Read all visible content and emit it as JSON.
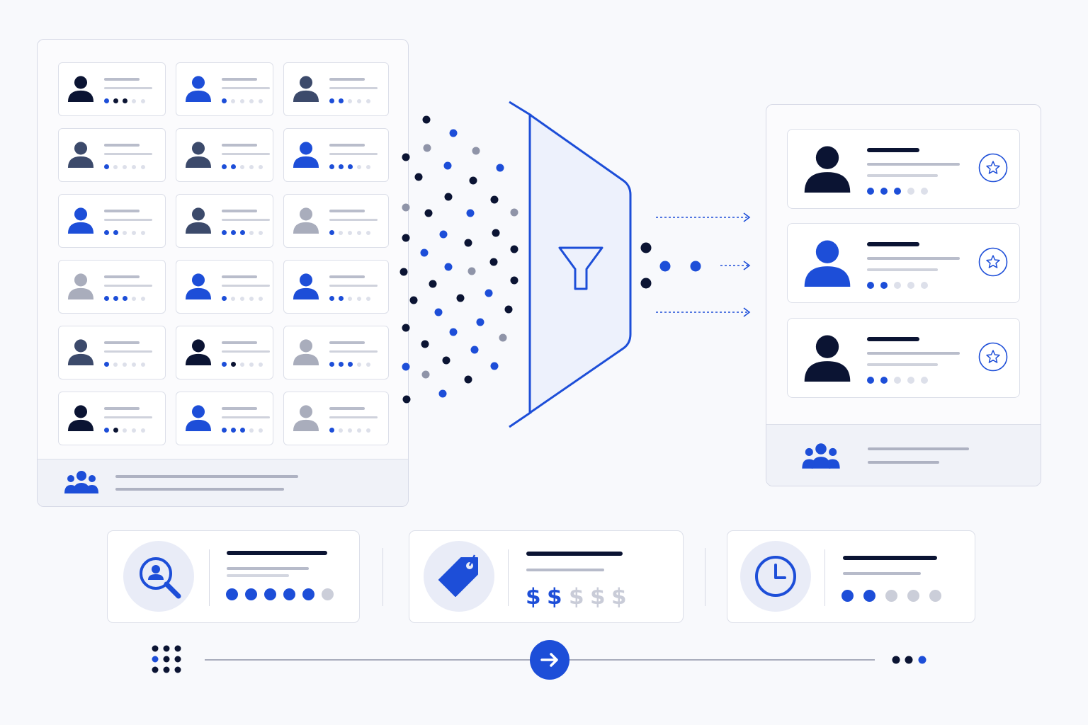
{
  "colors": {
    "navy": "#0b1433",
    "blue": "#1d4ed8",
    "slate": "#3c4a6b",
    "gray": "#a9adbc",
    "light": "#dde0ea",
    "line": "#c4c8d6"
  },
  "candidate_pool": {
    "rows": 6,
    "columns": 3,
    "avatar_colors": [
      [
        "navy",
        "blue",
        "slate"
      ],
      [
        "slate",
        "slate",
        "blue"
      ],
      [
        "blue",
        "slate",
        "gray"
      ],
      [
        "gray",
        "blue",
        "blue"
      ],
      [
        "slate",
        "navy",
        "gray"
      ],
      [
        "navy",
        "blue",
        "gray"
      ]
    ],
    "footer_icon": "group-icon"
  },
  "filter": {
    "icon": "funnel-icon"
  },
  "shortlist": {
    "items": [
      {
        "avatar": "navy",
        "rating": 3,
        "icon": "star-icon"
      },
      {
        "avatar": "blue",
        "rating": 2,
        "icon": "star-icon"
      },
      {
        "avatar": "navy",
        "rating": 2,
        "icon": "star-icon"
      }
    ],
    "footer_icon": "group-icon"
  },
  "criteria": [
    {
      "icon": "search-user-icon",
      "kind": "dots",
      "level": 5,
      "of": 6
    },
    {
      "icon": "price-tag-icon",
      "kind": "price",
      "symbol": "$",
      "level": 2,
      "of": 5
    },
    {
      "icon": "clock-icon",
      "kind": "dots",
      "level": 2,
      "of": 5
    }
  ],
  "progress": {
    "start_icon": "grid-dots-icon",
    "action_icon": "arrow-right-icon",
    "end_icon": "more-dots-icon"
  }
}
